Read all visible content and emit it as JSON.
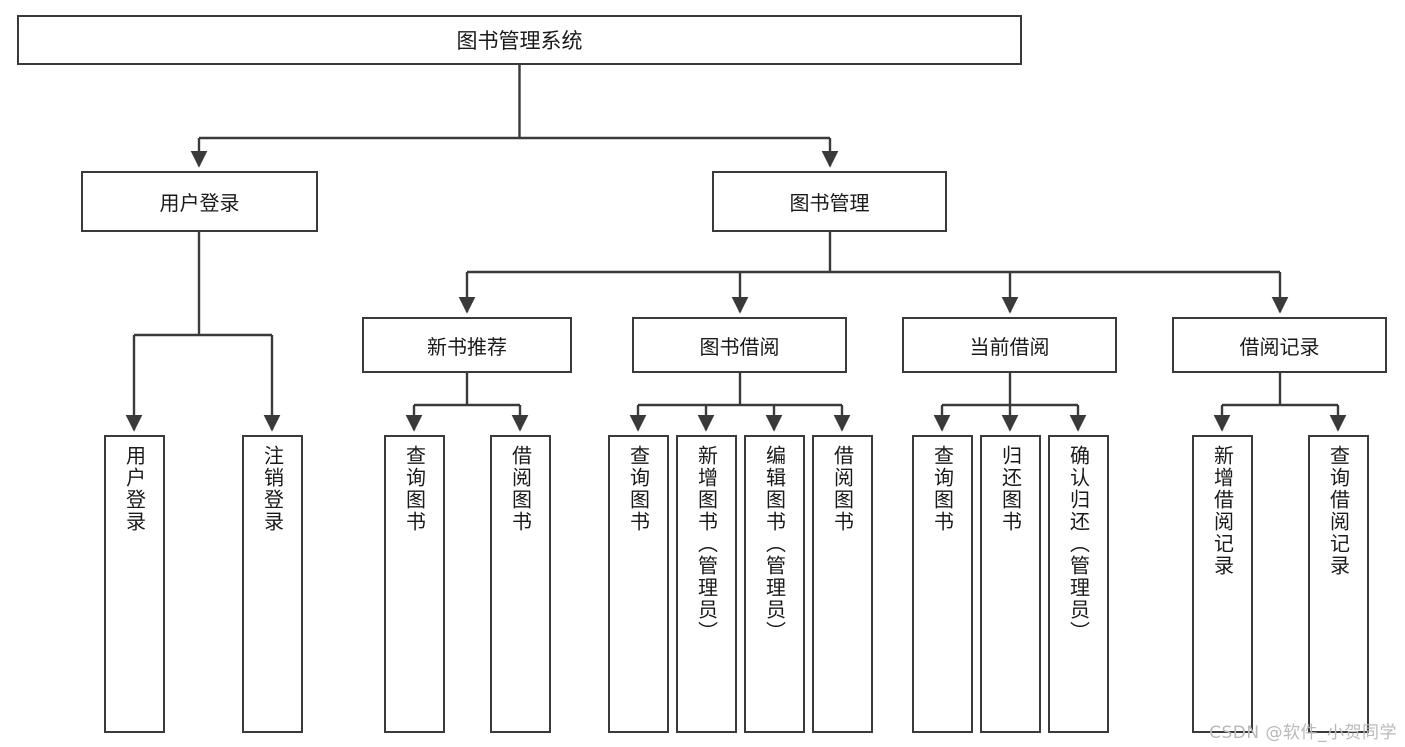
{
  "diagram": {
    "title": "图书管理系统",
    "type": "tree",
    "colors": {
      "box_border": "#3a3a3a",
      "box_fill": "#ffffff",
      "edge": "#3a3a3a",
      "text": "#1a1a1a",
      "watermark": "#b9b9b9"
    },
    "root": {
      "label": "图书管理系统"
    },
    "level2": [
      {
        "label": "用户登录"
      },
      {
        "label": "图书管理"
      }
    ],
    "level3": [
      {
        "label": "新书推荐"
      },
      {
        "label": "图书借阅"
      },
      {
        "label": "当前借阅"
      },
      {
        "label": "借阅记录"
      }
    ],
    "leaves": {
      "user_login": [
        {
          "label": "用户登录"
        },
        {
          "label": "注销登录"
        }
      ],
      "new_book_recommend": [
        {
          "label": "查询图书"
        },
        {
          "label": "借阅图书"
        }
      ],
      "book_borrow": [
        {
          "label": "查询图书"
        },
        {
          "label": "新增图书（管理员）"
        },
        {
          "label": "编辑图书（管理员）"
        },
        {
          "label": "借阅图书"
        }
      ],
      "current_borrow": [
        {
          "label": "查询图书"
        },
        {
          "label": "归还图书"
        },
        {
          "label": "确认归还（管理员）"
        }
      ],
      "borrow_record": [
        {
          "label": "新增借阅记录"
        },
        {
          "label": "查询借阅记录"
        }
      ]
    }
  },
  "watermark": {
    "text": "CSDN @软件_小贺同学"
  }
}
